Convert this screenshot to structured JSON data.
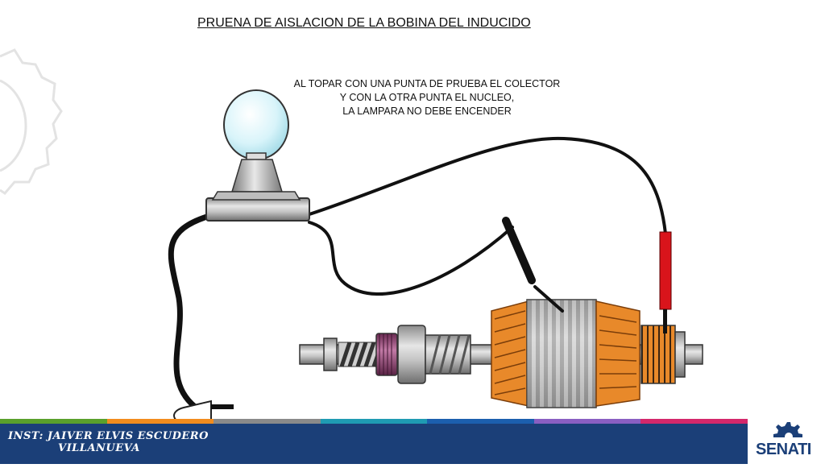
{
  "title": "PRUENA DE AISLACION DE LA BOBINA DEL INDUCIDO",
  "instructions": [
    "AL TOPAR CON UNA PUNTA DE PRUEBA EL COLECTOR",
    "Y CON LA OTRA PUNTA EL NUCLEO,",
    "LA LAMPARA NO DEBE ENCENDER"
  ],
  "footer": {
    "credit_line1": "INST: JAIVER ELVIS ESCUDERO",
    "credit_line2": "VILLANUEVA",
    "logo_text": "SENATI",
    "stripe_colors": [
      "#5aa02c",
      "#f28c1e",
      "#8a8a8a",
      "#1f9bb3",
      "#1c5fae",
      "#8a5fc2",
      "#d4286b"
    ],
    "bar_color": "#1b3f78"
  },
  "colors": {
    "copper": "#e8892a",
    "probe_red": "#d9141b",
    "bulb": "#dff6fb"
  }
}
